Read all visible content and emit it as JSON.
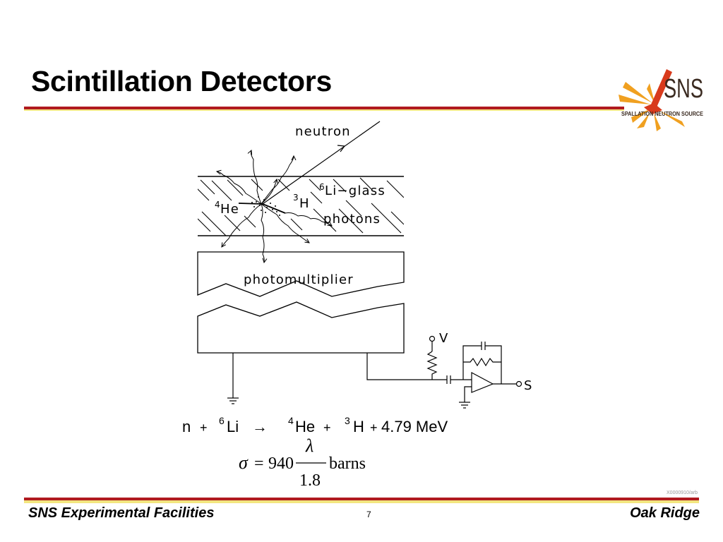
{
  "slide": {
    "title": "Scintillation Detectors",
    "code": "X0000910/arb",
    "page_number": "7"
  },
  "logo": {
    "text": "SNS",
    "subtitle": "SPALLATION NEUTRON SOURCE"
  },
  "diagram": {
    "neutron_label": "neutron",
    "glass_label_mass": "6",
    "glass_label": "Li−glass",
    "he_mass": "4",
    "he_label": "He",
    "h_mass": "3",
    "h_label": "H",
    "photons_label": "photons",
    "pmt_label": "photomultiplier",
    "voltage_label": "V",
    "signal_label": "S"
  },
  "equations": {
    "reaction": {
      "n": "n",
      "plus1": "+",
      "li_mass": "6",
      "li": "Li",
      "arrow": "→",
      "he_mass": "4",
      "he": "He",
      "plus2": "+",
      "h_mass": "3",
      "h": "H",
      "plus3": "+",
      "energy": "4.79 MeV"
    },
    "cross_section": {
      "sigma": "σ",
      "equals": "=",
      "coefficient": "940",
      "numerator": "λ",
      "denominator": "1.8",
      "unit": "barns"
    }
  },
  "footer": {
    "left": "SNS Experimental Facilities",
    "right": "Oak Ridge"
  },
  "colors": {
    "rule_red": "#b01a1f",
    "rule_gold": "#f2e680",
    "logo_orange": "#f0a020",
    "logo_red": "#d83a1c",
    "logo_dark": "#3a2a20"
  }
}
